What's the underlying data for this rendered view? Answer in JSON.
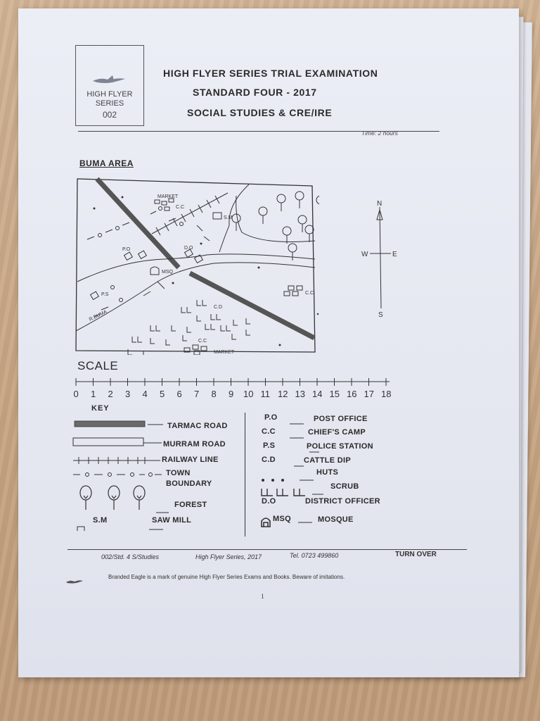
{
  "header": {
    "logo_line1": "HIGH FLYER",
    "logo_line2": "SERIES",
    "logo_code": "002",
    "title_line1": "HIGH FLYER SERIES TRIAL EXAMINATION",
    "title_line2": "STANDARD FOUR - 2017",
    "title_line3": "SOCIAL STUDIES & CRE/IRE",
    "time": "Time: 2 hours"
  },
  "map": {
    "area_title": "BUMA AREA",
    "labels": {
      "market_top": "MARKET",
      "cc_top": "C.C",
      "sm": "S.M",
      "po": "P.O",
      "do": "D.O",
      "msq": "MSQ",
      "ps": "P.S",
      "river": "R.BUMA",
      "cd": "C.D",
      "cc_bottom": "C.C",
      "market_bottom": "MARKET",
      "cc_right": "C.C"
    },
    "compass": {
      "n": "N",
      "s": "S",
      "e": "E",
      "w": "W"
    }
  },
  "scale": {
    "title": "SCALE",
    "ticks": [
      "0",
      "1",
      "2",
      "3",
      "4",
      "5",
      "6",
      "7",
      "8",
      "9",
      "10",
      "11",
      "12",
      "13",
      "14",
      "15",
      "16",
      "17",
      "18"
    ]
  },
  "key": {
    "title": "KEY",
    "left": [
      {
        "label": "TARMAC ROAD"
      },
      {
        "label": "MURRAM ROAD"
      },
      {
        "label": "RAILWAY LINE"
      },
      {
        "label": "TOWN",
        "label2": "BOUNDARY"
      },
      {
        "label": "FOREST"
      },
      {
        "abbr": "S.M",
        "label": "SAW MILL"
      }
    ],
    "right": [
      {
        "abbr": "P.O",
        "label": "POST OFFICE"
      },
      {
        "abbr": "C.C",
        "label": "CHIEF'S CAMP"
      },
      {
        "abbr": "P.S",
        "label": "POLICE STATION"
      },
      {
        "abbr": "C.D",
        "label": "CATTLE DIP"
      },
      {
        "abbr": "",
        "label": "HUTS"
      },
      {
        "abbr": "",
        "label": "SCRUB"
      },
      {
        "abbr": "D.O",
        "label": "DISTRICT OFFICER"
      },
      {
        "abbr": "MSQ",
        "label": "MOSQUE"
      }
    ]
  },
  "footer": {
    "code": "002/Std. 4 S/Studies",
    "series": "High Flyer Series, 2017",
    "tel": "Tel. 0723 499860",
    "turn_over": "TURN OVER",
    "brand_note": "Branded Eagle is a mark of genuine High Flyer Series Exams and Books. Beware of imitations.",
    "page_number": "1"
  },
  "colors": {
    "table": "#c9a98a",
    "paper": "#e8eaf2",
    "ink": "#2a2a2a",
    "tarmac": "#555555"
  }
}
